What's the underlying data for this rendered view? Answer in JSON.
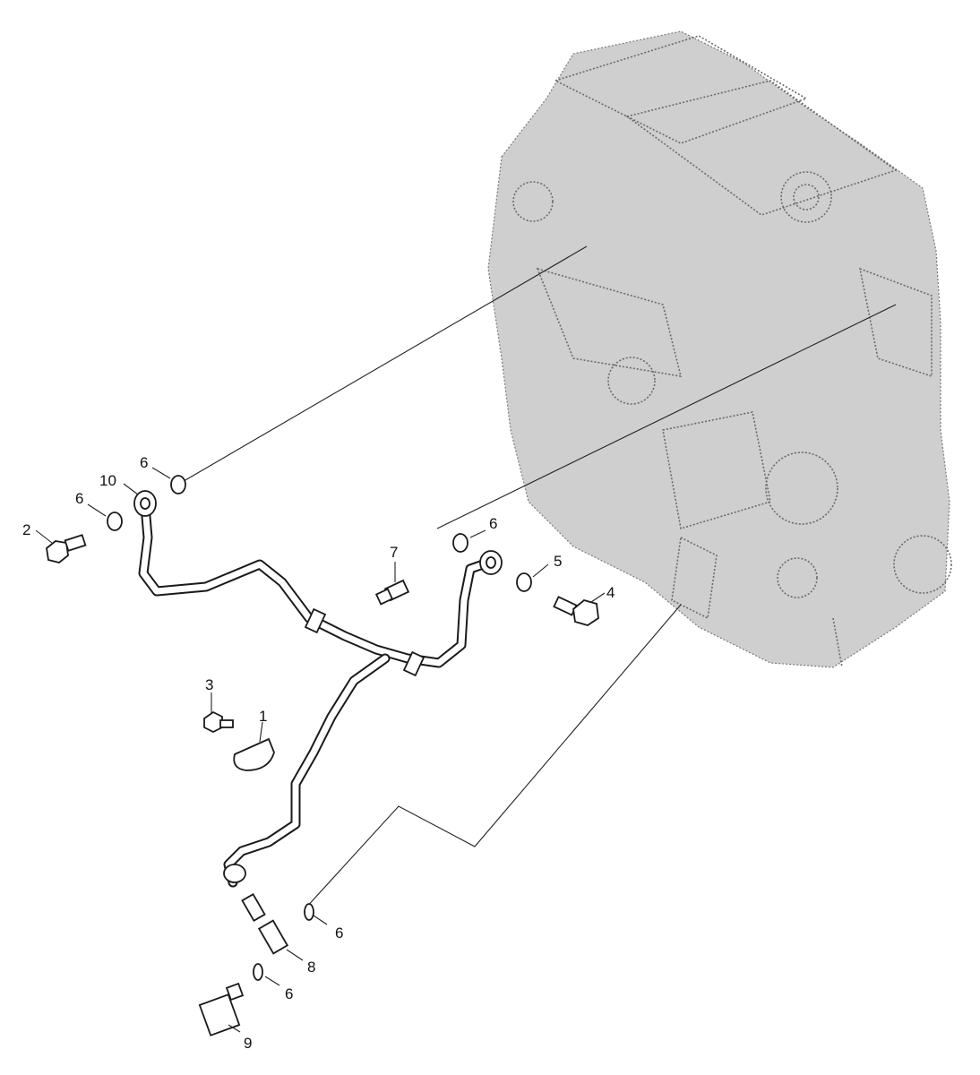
{
  "callouts": [
    {
      "id": "c1",
      "label": "1"
    },
    {
      "id": "c2",
      "label": "2"
    },
    {
      "id": "c3",
      "label": "3"
    },
    {
      "id": "c4",
      "label": "4"
    },
    {
      "id": "c5",
      "label": "5"
    },
    {
      "id": "c6a",
      "label": "6"
    },
    {
      "id": "c6b",
      "label": "6"
    },
    {
      "id": "c6c",
      "label": "6"
    },
    {
      "id": "c6d",
      "label": "6"
    },
    {
      "id": "c6e",
      "label": "6"
    },
    {
      "id": "c7",
      "label": "7"
    },
    {
      "id": "c8",
      "label": "8"
    },
    {
      "id": "c9",
      "label": "9"
    },
    {
      "id": "c10",
      "label": "10"
    }
  ]
}
